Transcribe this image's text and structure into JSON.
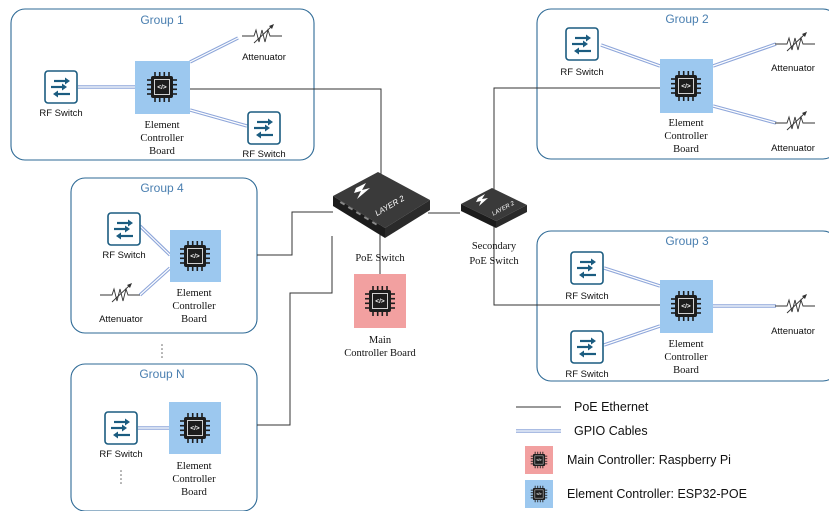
{
  "groups": {
    "g1": {
      "title": "Group 1",
      "rf_a": "RF Switch",
      "rf_b": "RF Switch",
      "att": "Attenuator",
      "board": [
        "Element",
        "Controller",
        "Board"
      ]
    },
    "g2": {
      "title": "Group 2",
      "rf": "RF Switch",
      "att_a": "Attenuator",
      "att_b": "Attenuator",
      "board": [
        "Element",
        "Controller",
        "Board"
      ]
    },
    "g3": {
      "title": "Group 3",
      "rf_a": "RF Switch",
      "rf_b": "RF Switch",
      "att": "Attenuator",
      "board": [
        "Element",
        "Controller",
        "Board"
      ]
    },
    "g4": {
      "title": "Group 4",
      "rf": "RF Switch",
      "att": "Attenuator",
      "board": [
        "Element",
        "Controller",
        "Board"
      ]
    },
    "gn": {
      "title": "Group N",
      "rf": "RF Switch",
      "board": [
        "Element",
        "Controller",
        "Board"
      ]
    }
  },
  "poe_switch": {
    "label": "PoE Switch",
    "badge": "LAYER 2"
  },
  "secondary_switch": {
    "label": [
      "Secondary",
      "PoE Switch"
    ],
    "badge": "LAYER 2"
  },
  "main_controller": {
    "label": [
      "Main",
      "Controller Board"
    ]
  },
  "chip_glyph": "</>",
  "legend": {
    "poe_ethernet": "PoE Ethernet",
    "gpio_cables": "GPIO Cables",
    "main_controller": "Main Controller: Raspberry Pi",
    "element_controller": "Element Controller: ESP32-POE"
  },
  "colors": {
    "group_border": "#2e6a96",
    "group_title": "#4a7fb0",
    "element_board": "#9cc8ef",
    "main_board": "#f2a0a0",
    "rf_icon": "#1b5c80",
    "gpio_cable": "#9db0dd"
  },
  "icons": [
    "chip-icon",
    "rf-switch-icon",
    "attenuator-icon",
    "layer2-switch-icon",
    "lightning-icon"
  ]
}
